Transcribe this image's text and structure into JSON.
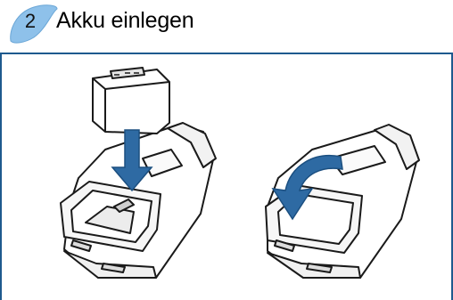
{
  "step": {
    "number": "2",
    "title": "Akku einlegen"
  },
  "colors": {
    "badge": "#8ec1ea",
    "rule": "#1e5a8e",
    "arrow": "#2e6aa3",
    "outline": "#1a1a1a"
  },
  "illustrations": [
    {
      "name": "insert-battery",
      "arrow": "arrow-down-icon"
    },
    {
      "name": "close-battery-cover",
      "arrow": "arrow-rotate-icon"
    }
  ]
}
